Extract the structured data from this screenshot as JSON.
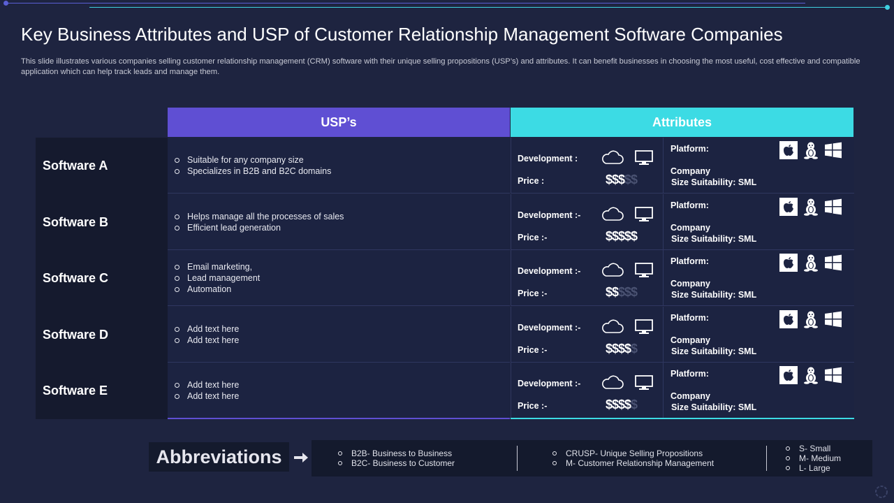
{
  "title": "Key Business Attributes and USP of Customer Relationship Management Software Companies",
  "subtitle": "This slide illustrates various companies selling customer relationship management (CRM) software with their unique selling propositions (USP’s) and attributes. It can benefit businesses in choosing the most useful, cost effective and compatible application which can help track leads and manage them.",
  "headers": {
    "usp": "USP’s",
    "attributes": "Attributes"
  },
  "colors": {
    "background": "#1e2440",
    "usp_header": "#5f4fd3",
    "attributes_header": "#3cdbe4",
    "name_column": "#151a2e",
    "cell": "#1c2341"
  },
  "rows": [
    {
      "name": "Software A",
      "usps": [
        "Suitable for any company size",
        "Specializes in B2B and B2C domains"
      ],
      "development_label": "Development :",
      "price_label": "Price :",
      "price_on": "$$$",
      "price_off": "$$",
      "platform_label": "Platform:",
      "company_label": "Company",
      "size_label": "Size Suitability:  SML"
    },
    {
      "name": "Software B",
      "usps": [
        "Helps manage all the processes of sales",
        "Efficient lead generation"
      ],
      "development_label": "Development :-",
      "price_label": "Price :-",
      "price_on": "$$$$$",
      "price_off": "",
      "platform_label": "Platform:",
      "company_label": "Company",
      "size_label": "Size Suitability: SML"
    },
    {
      "name": "Software C",
      "usps": [
        "Email marketing,",
        "Lead management",
        "Automation"
      ],
      "development_label": "Development :-",
      "price_label": "Price :-",
      "price_on": "$$",
      "price_off": "$$$",
      "platform_label": "Platform:",
      "company_label": "Company",
      "size_label": "Size Suitability: SML"
    },
    {
      "name": "Software D",
      "usps": [
        "Add text here",
        "Add text here"
      ],
      "development_label": "Development :-",
      "price_label": "Price :-",
      "price_on": "$$$$",
      "price_off": "$",
      "platform_label": "Platform:",
      "company_label": "Company",
      "size_label": "Size Suitability: SML"
    },
    {
      "name": "Software E",
      "usps": [
        "Add text here",
        "Add text here"
      ],
      "development_label": "Development :-",
      "price_label": "Price :-",
      "price_on": "$$$$",
      "price_off": "$",
      "platform_label": "Platform:",
      "company_label": "Company",
      "size_label": "Size Suitability: SML"
    }
  ],
  "icons": {
    "development": [
      "cloud-icon",
      "monitor-icon"
    ],
    "platform": [
      "apple-icon",
      "linux-icon",
      "windows-icon"
    ],
    "arrow": "arrow-right-icon",
    "decoration": "gear-icon"
  },
  "abbreviations": {
    "title": "Abbreviations",
    "groups": [
      [
        "B2B- Business to Business",
        "B2C- Business to Customer"
      ],
      [
        "CRUSP- Unique Selling Propositions",
        "M- Customer Relationship Management"
      ],
      [
        "S- Small",
        "M- Medium",
        "L- Large"
      ]
    ]
  }
}
